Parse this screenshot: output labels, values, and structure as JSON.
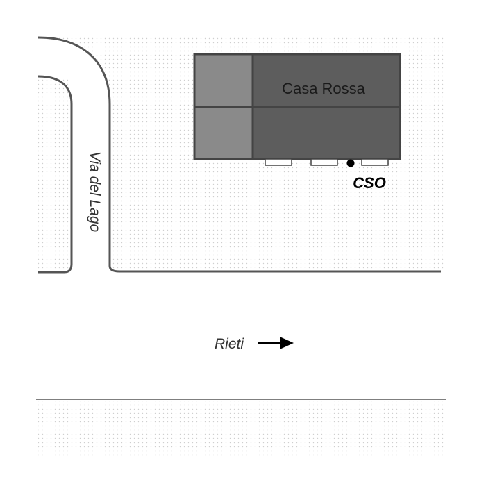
{
  "map": {
    "building": {
      "label": "Casa Rossa"
    },
    "streets": {
      "side_street": "Via del Lago",
      "main_direction": "Rieti"
    },
    "marker": {
      "label": "CSO"
    },
    "colors": {
      "building_main": "#5d5d5d",
      "building_annex": "#8a8a8a",
      "outline": "#444444",
      "road": "#555555",
      "stipple": "#cfcfcf"
    },
    "icons": {
      "direction": "arrow-right-icon",
      "marker": "point-marker-icon"
    }
  }
}
